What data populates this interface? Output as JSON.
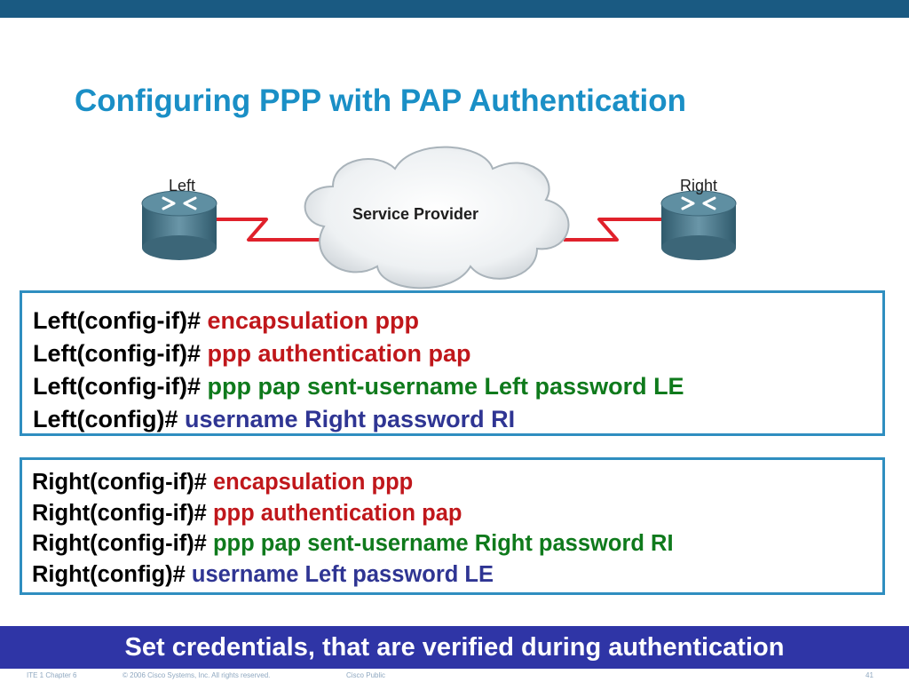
{
  "slide": {
    "title": "Configuring PPP with PAP Authentication"
  },
  "diagram": {
    "left_router_label": "Left",
    "right_router_label": "Right",
    "cloud_label": "Service Provider"
  },
  "left_config": [
    {
      "prompt": "Left(config-if)#",
      "command": "encapsulation ppp",
      "color": "#c0171b"
    },
    {
      "prompt": "Left(config-if)#",
      "command": "ppp authentication pap",
      "color": "#c0171b"
    },
    {
      "prompt": "Left(config-if)#",
      "command": "ppp pap sent-username Left password LE",
      "color": "#0f7a1c"
    },
    {
      "prompt": "Left(config)#",
      "command": "username Right password RI",
      "color": "#2f3593"
    }
  ],
  "right_config": [
    {
      "prompt": "Right(config-if)#",
      "command": "encapsulation ppp",
      "color": "#c0171b"
    },
    {
      "prompt": "Right(config-if)#",
      "command": "ppp authentication pap",
      "color": "#c0171b"
    },
    {
      "prompt": "Right(config-if)#",
      "command": "ppp pap sent-username Right password RI",
      "color": "#0f7a1c"
    },
    {
      "prompt": "Right(config)#",
      "command": "username Left password LE",
      "color": "#2f3593"
    }
  ],
  "banner": {
    "text": "Set credentials, that are verified during authentication"
  },
  "footer": {
    "chapter": "ITE 1 Chapter 6",
    "copyright": "© 2006 Cisco Systems, Inc. All rights reserved.",
    "classification": "Cisco Public",
    "page_number": "41"
  },
  "colors": {
    "title": "#1a8fc6",
    "top_bar": "#1a5a82",
    "box_border": "#2f8ec0",
    "banner_bg": "#2f35a6",
    "link_zigzag": "#e0212b"
  },
  "icons": [
    "router-icon",
    "cloud-icon"
  ]
}
